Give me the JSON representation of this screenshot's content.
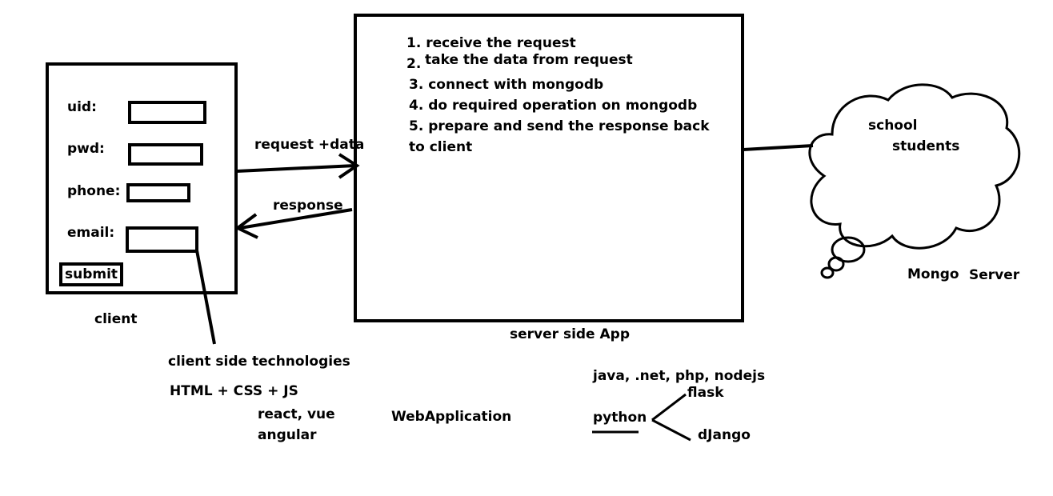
{
  "client": {
    "fields": [
      {
        "label": "uid:",
        "value": ""
      },
      {
        "label": "pwd:",
        "value": ""
      },
      {
        "label": "phone:",
        "value": ""
      },
      {
        "label": "email:",
        "value": ""
      }
    ],
    "submit_label": "submit",
    "caption": "client"
  },
  "arrows": {
    "request_label": "request +data",
    "response_label": "response"
  },
  "server": {
    "steps": [
      "1. receive the request",
      "2.",
      "take the data from request",
      "3. connect with mongodb",
      "4. do required operation on mongodb",
      "5. prepare and send the response back",
      "to client"
    ],
    "caption": "server side App"
  },
  "database": {
    "items": [
      "school",
      "students"
    ],
    "caption_parts": [
      "Mongo",
      "Server"
    ]
  },
  "client_tech": {
    "title": "client side technologies",
    "stack": "HTML + CSS + JS",
    "frameworks": [
      "react, vue",
      "angular"
    ]
  },
  "web_application_label": "WebApplication",
  "server_tech": {
    "languages": "java, .net, php, nodejs",
    "python_label": "python",
    "python_frameworks": [
      "flask",
      "dJango"
    ]
  }
}
